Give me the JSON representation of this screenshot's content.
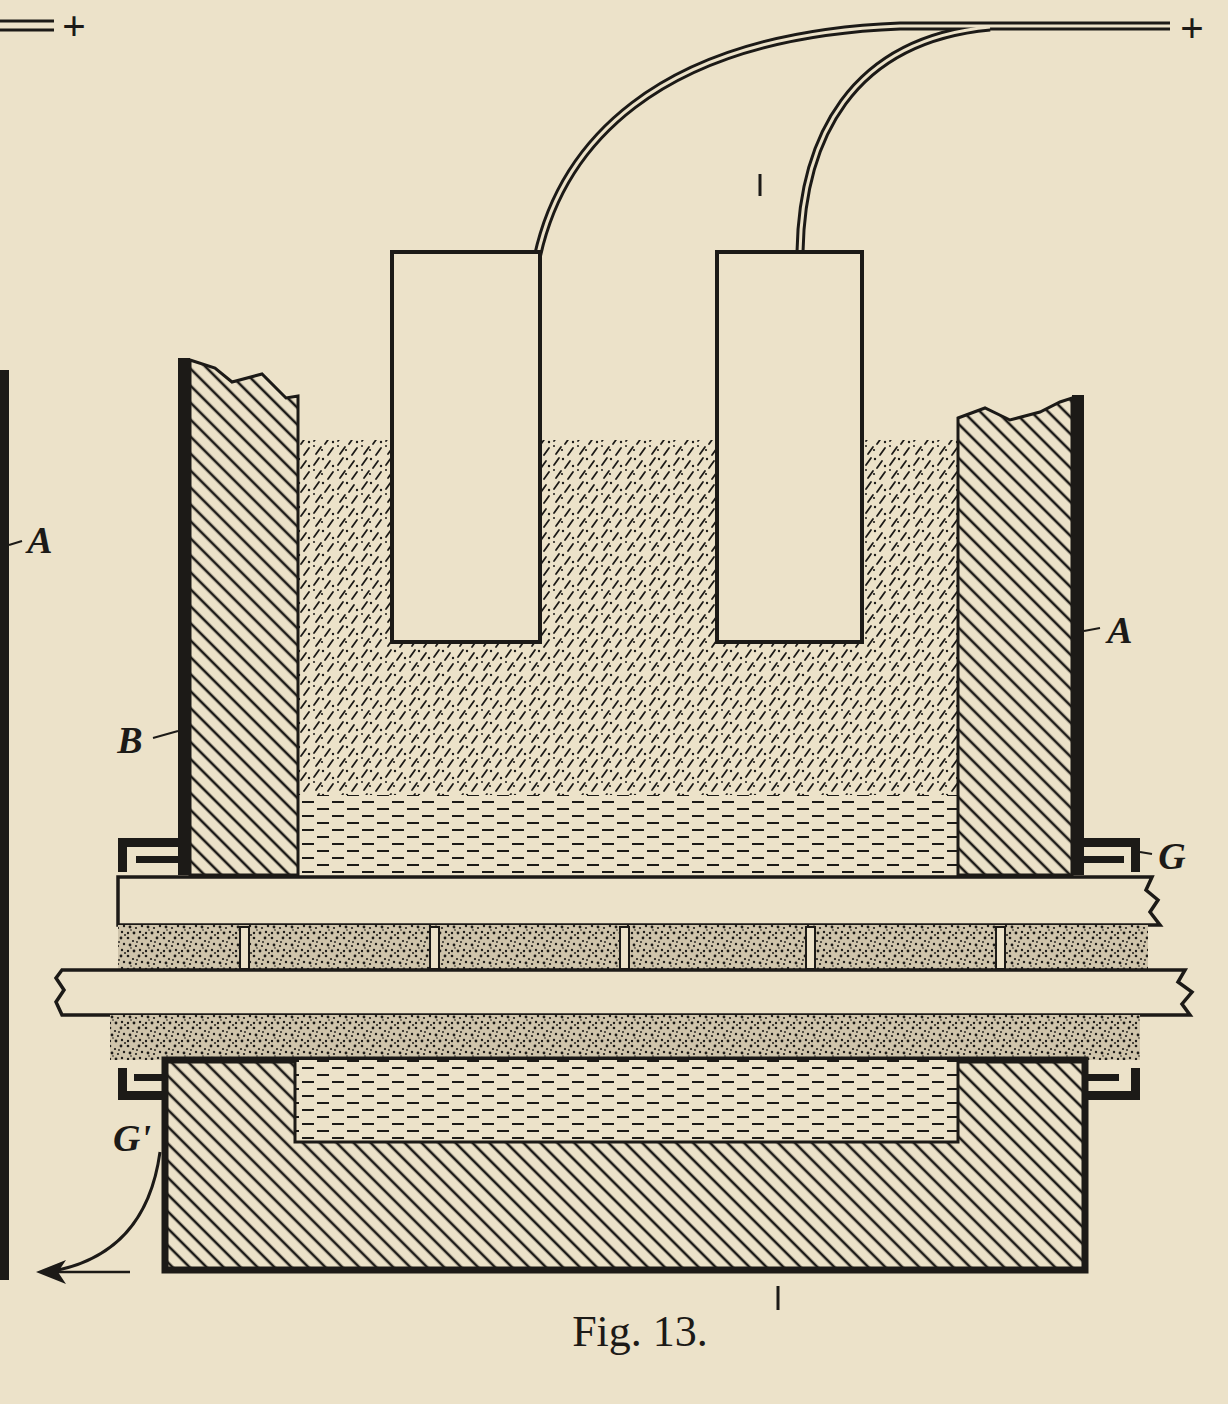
{
  "diagram": {
    "caption": "Fig. 13.",
    "labels": [
      "+",
      "+",
      "A",
      "A",
      "B",
      "G",
      "G'"
    ]
  }
}
